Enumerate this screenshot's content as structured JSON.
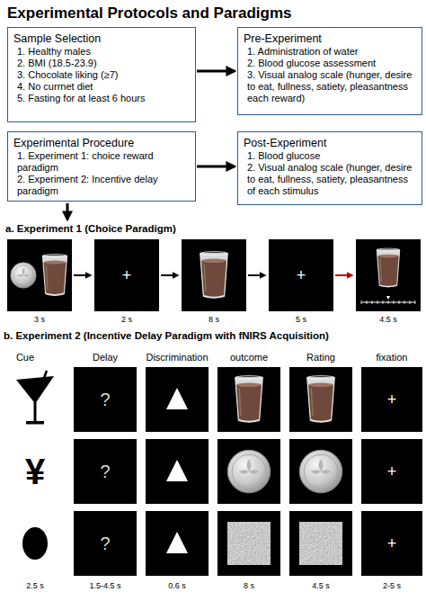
{
  "diagram": {
    "title": "Experimental Protocols and Paradigms",
    "nodes": [
      {
        "text": [
          "Sample Selection",
          "1. Healthy males",
          "2. BMI (18.5-23.9)",
          "3. Chocolate liking (≥7)",
          "4. No currnet diet",
          "5. Fasting for at least 6 hours"
        ]
      },
      {
        "text": [
          "Pre-Experiment",
          "1. Administration of water",
          "2. Blood glucose assessment",
          "3. Visual analog scale (hunger, desire to eat, fullness, satiety, pleasantness each reward)"
        ]
      },
      {
        "text": [
          "Experimental Procedure",
          "1. Experiment 1: choice reward paradigm",
          "2. Experiment 2: Incentive delay paradigm"
        ]
      },
      {
        "text": [
          "Post-Experiment",
          "1. Blood glucose",
          "2. Visual analog scale (hunger, desire to eat, fullness, satiety, pleasantness of each stimulus"
        ]
      }
    ],
    "edges": [
      {
        "from": 0,
        "to": 1,
        "arrow": "to"
      },
      {
        "from": 2,
        "to": 3,
        "arrow": "to"
      }
    ],
    "labels": [
      "a. Experiment 1 (Choice Paradigm)",
      "+",
      "+",
      "3 s",
      "2 s",
      "8 s",
      "5 s",
      "4.5 s",
      "b. Experiment 2 (Incentive Delay Paradigm with fNIRS Acquisition)",
      "Cue",
      "Delay",
      "Discrimination",
      "outcome",
      "Rating",
      "fixation",
      "?",
      "+",
      "¥",
      "?",
      "+",
      "?",
      "+",
      "2.5 s",
      "1.5-4.5 s",
      "0.6 s",
      "8 s",
      "4.5 s",
      "2-5 s"
    ]
  }
}
